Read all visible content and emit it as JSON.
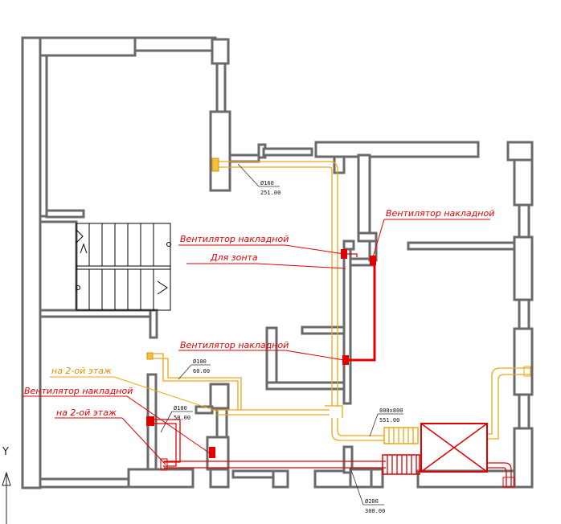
{
  "annotations": {
    "fan_top_right": "Вентилятор накладной",
    "fan_top_middle": "Вентилятор накладной",
    "hood": "Для зонта",
    "fan_middle": "Вентилятор накладной",
    "second_floor_yellow": "на 2-ой этаж",
    "fan_left": "Вентилятор накладной",
    "second_floor_red": "на 2-ой этаж"
  },
  "dimensions": {
    "d160_size": "Ø160",
    "d160_len": "251.00",
    "d100a_size": "Ø100",
    "d100a_len": "60.00",
    "d100b_size": "Ø100",
    "d100b_len": "50.00",
    "rect_size": "800x800",
    "rect_len": "551.00",
    "d200_size": "Ø200",
    "d200_len": "300.00"
  },
  "ucs": {
    "y_axis": "Y"
  },
  "colors": {
    "supply_duct": "#f2a418",
    "exhaust_duct": "#e00000",
    "walls": "#6a6a6a"
  }
}
